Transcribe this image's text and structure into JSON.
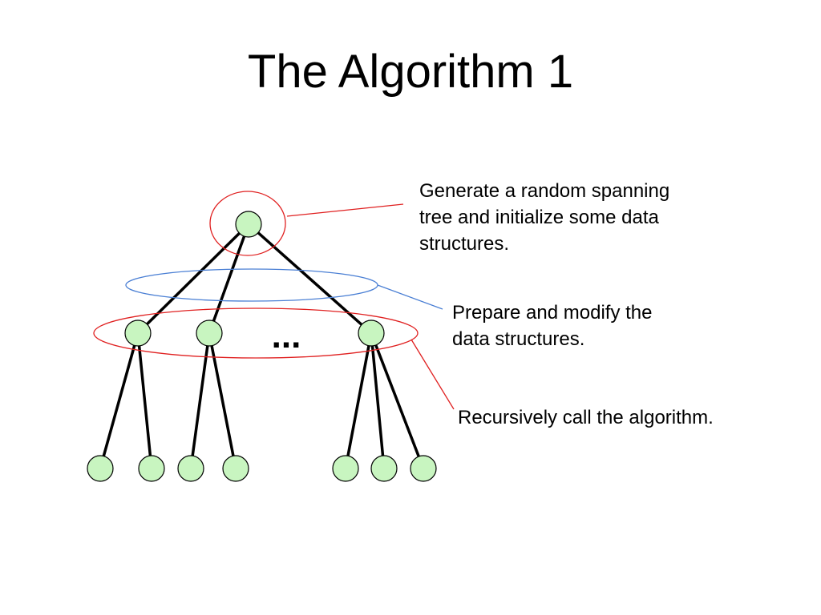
{
  "slide": {
    "title": "The Algorithm 1",
    "ellipsis": "...",
    "annotations": [
      {
        "id": "generate",
        "text": "Generate a random spanning\ntree and initialize some data\nstructures."
      },
      {
        "id": "prepare",
        "text": "Prepare and modify the\ndata structures."
      },
      {
        "id": "recurse",
        "text": "Recursively call the algorithm."
      }
    ]
  },
  "colors": {
    "node_fill": "#c8f5c0",
    "edge": "#000000",
    "highlight_red": "#e02020",
    "highlight_blue": "#4a7fd4"
  }
}
